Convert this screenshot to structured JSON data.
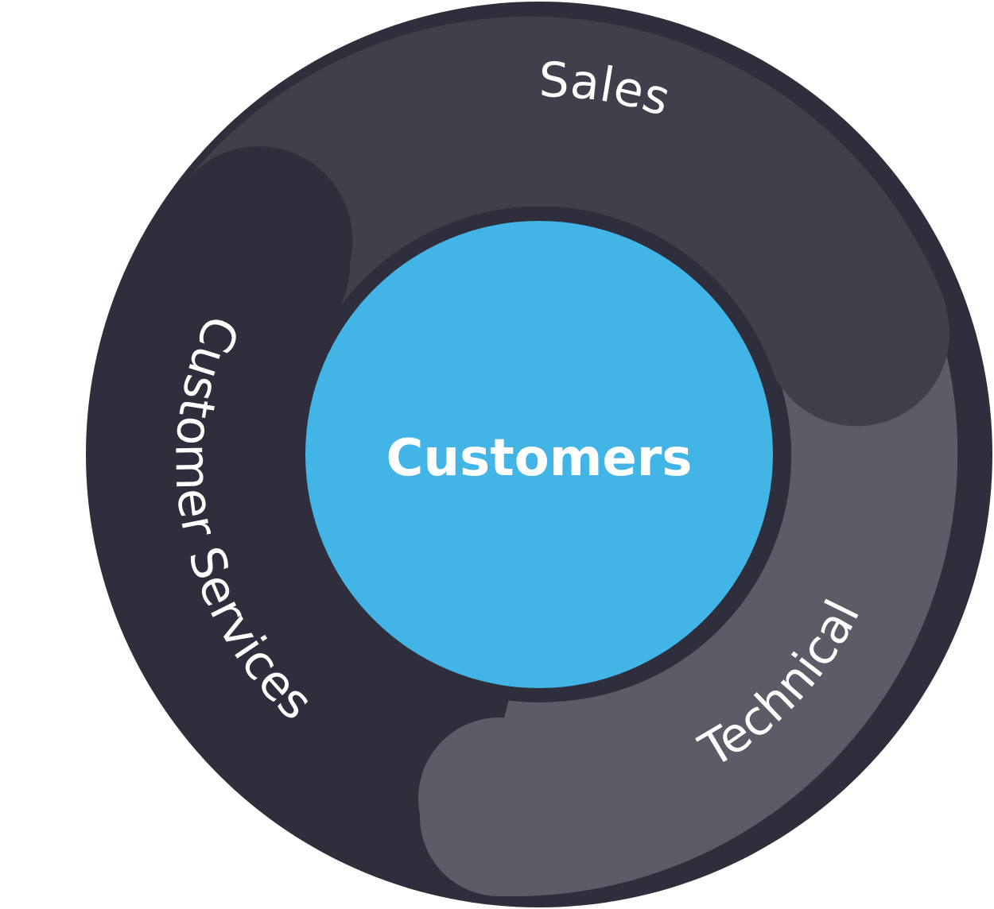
{
  "diagram": {
    "center": {
      "label": "Customers",
      "color": "#43b4e6"
    },
    "segments": [
      {
        "id": "sales",
        "label": "Sales",
        "color": "#403f4b"
      },
      {
        "id": "technical",
        "label": "Technical",
        "color": "#5c5b66"
      },
      {
        "id": "customer-services",
        "label": "Customer Services",
        "color": "#2e2e3c"
      }
    ],
    "ring_color": "#2e2e3c",
    "text_color": "#ffffff"
  }
}
